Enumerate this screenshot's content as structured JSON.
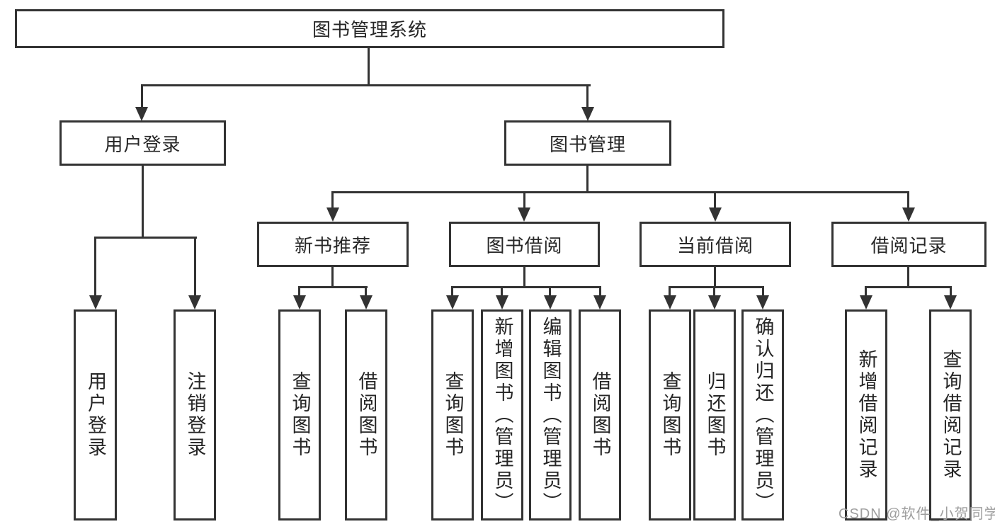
{
  "diagram": {
    "root": {
      "label": "图书管理系统"
    },
    "level2": [
      {
        "label": "用户登录"
      },
      {
        "label": "图书管理"
      }
    ],
    "level3": [
      {
        "label": "新书推荐"
      },
      {
        "label": "图书借阅"
      },
      {
        "label": "当前借阅"
      },
      {
        "label": "借阅记录"
      }
    ],
    "leaves": {
      "user_login": [
        "用户登录",
        "注销登录"
      ],
      "new_book": [
        "查询图书",
        "借阅图书"
      ],
      "book_borrow": [
        "查询图书",
        "新增图书（管理员）",
        "编辑图书（管理员）",
        "借阅图书"
      ],
      "current_borrow": [
        "查询图书",
        "归还图书",
        "确认归还（管理员）"
      ],
      "borrow_records": [
        "新增借阅记录",
        "查询借阅记录"
      ]
    }
  },
  "watermark": {
    "text": "CSDN @软件_小贺同学"
  },
  "colors": {
    "line": "#333333",
    "text": "#262626",
    "background": "#ffffff",
    "watermark": "#9e9e9e"
  }
}
